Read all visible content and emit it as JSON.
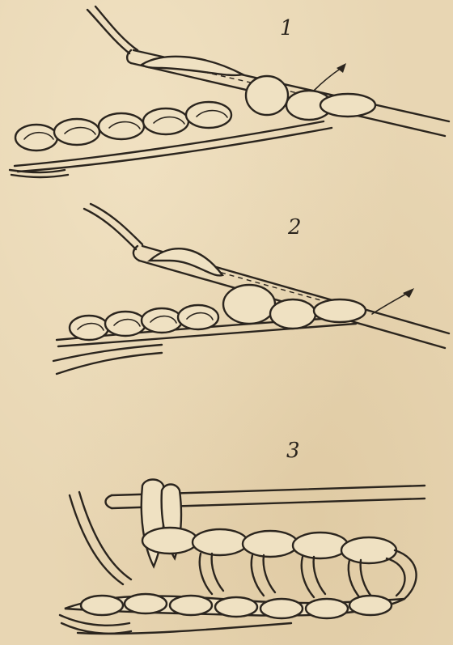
{
  "steps": [
    {
      "number": "1"
    },
    {
      "number": "2"
    },
    {
      "number": "3"
    }
  ]
}
